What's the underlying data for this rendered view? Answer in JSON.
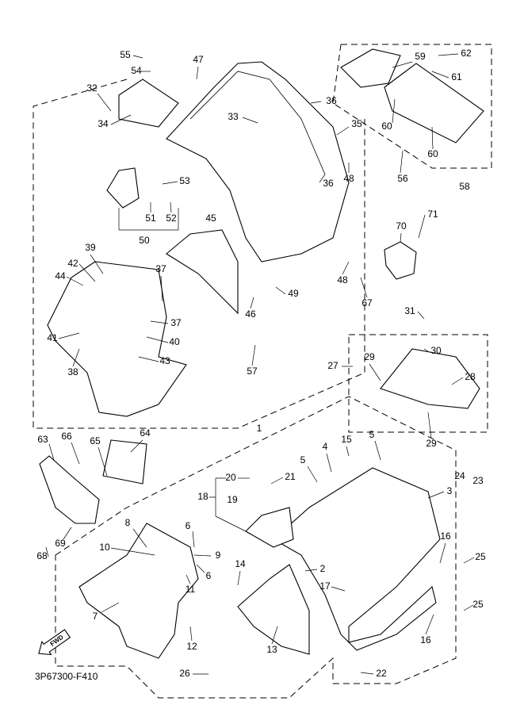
{
  "diagram": {
    "code": "3P67300-F410",
    "fwd_label": "FWD",
    "callouts": [
      "55",
      "54",
      "47",
      "32",
      "34",
      "59",
      "62",
      "61",
      "36",
      "33",
      "35",
      "60",
      "60",
      "56",
      "58",
      "53",
      "48",
      "36",
      "51",
      "52",
      "50",
      "45",
      "70",
      "71",
      "39",
      "42",
      "44",
      "37",
      "48",
      "49",
      "67",
      "46",
      "31",
      "30",
      "37",
      "41",
      "40",
      "43",
      "38",
      "57",
      "27",
      "29",
      "28",
      "29",
      "1",
      "63",
      "66",
      "65",
      "64",
      "15",
      "5",
      "4",
      "5",
      "20",
      "21",
      "24",
      "23",
      "18",
      "19",
      "3",
      "6",
      "8",
      "10",
      "9",
      "16",
      "25",
      "2",
      "14",
      "68",
      "69",
      "6",
      "11",
      "17",
      "7",
      "16",
      "25",
      "12",
      "13",
      "26",
      "22"
    ]
  }
}
